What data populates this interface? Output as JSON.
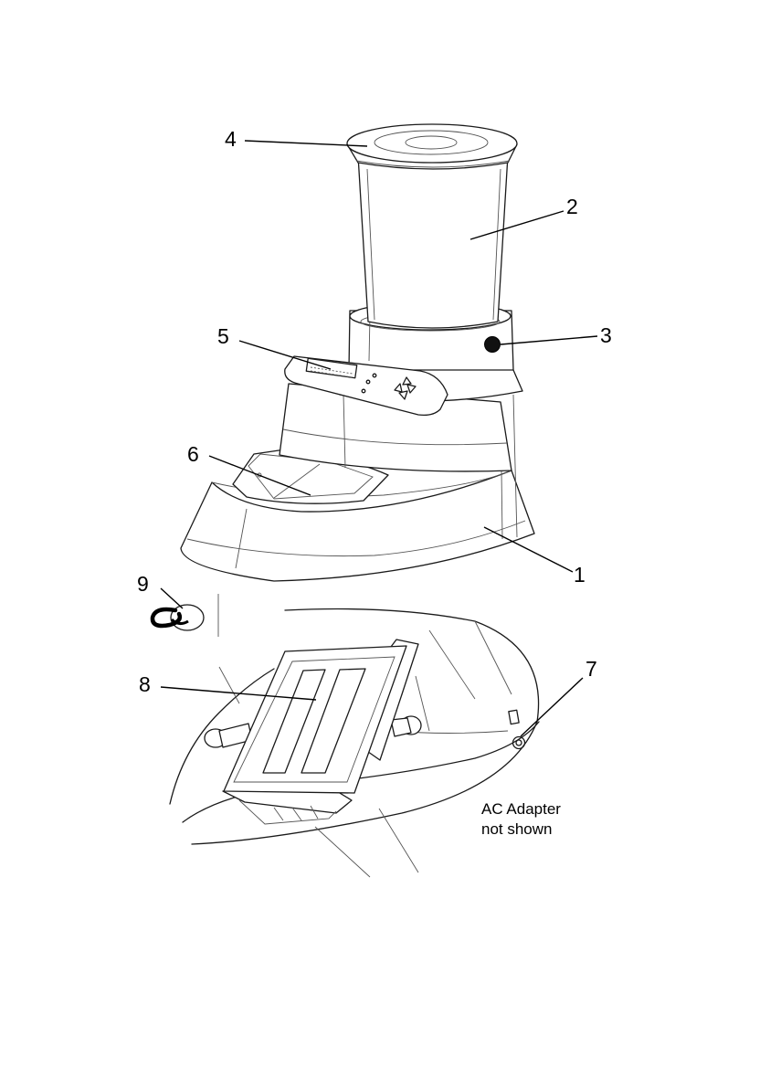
{
  "callouts": [
    {
      "id": "1",
      "label": "1"
    },
    {
      "id": "2",
      "label": "2"
    },
    {
      "id": "3",
      "label": "3"
    },
    {
      "id": "4",
      "label": "4"
    },
    {
      "id": "5",
      "label": "5"
    },
    {
      "id": "6",
      "label": "6"
    },
    {
      "id": "7",
      "label": "7"
    },
    {
      "id": "8",
      "label": "8"
    },
    {
      "id": "9",
      "label": "9"
    }
  ],
  "note": {
    "line1": "AC Adapter",
    "line2": "not shown"
  }
}
